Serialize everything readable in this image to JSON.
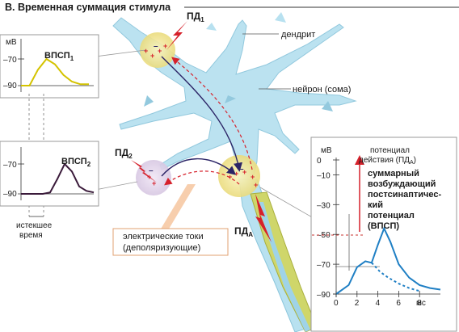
{
  "title": "В. Временная суммация стимула",
  "labels": {
    "pd1_main": "ПД",
    "pd1_sub": "1",
    "pd2_main": "ПД",
    "pd2_sub": "2",
    "pda_main": "ПД",
    "pda_sub": "А",
    "dendrite": "дендрит",
    "soma": "нейрон (сома)",
    "currents_line1": "электрические токи",
    "currents_line2": "(деполяризующие)",
    "elapsed_line1": "истекшее",
    "elapsed_line2": "время"
  },
  "panel1": {
    "unit": "мВ",
    "tick_top": "–70",
    "tick_bottom": "–90",
    "label_main": "ВПСП",
    "label_sub": "1"
  },
  "panel2": {
    "tick_top": "–70",
    "tick_bottom": "–90",
    "label_main": "ВПСП",
    "label_sub": "2"
  },
  "panel3": {
    "unit": "мВ",
    "y_ticks": [
      "0",
      "–10",
      "–30",
      "–50",
      "–70",
      "–90"
    ],
    "x_ticks": [
      "0",
      "2",
      "4",
      "6",
      "8"
    ],
    "x_unit": "мс",
    "pot_line1": "потенциал",
    "pot_line2": "действия (ПД",
    "pot_sub": "А",
    "pot_close": ")",
    "desc": [
      "суммарный",
      "возбуждающий",
      "постсинаптичес-",
      "кий",
      "потенциал",
      "(ВПСП)"
    ]
  },
  "chart_data": [
    {
      "type": "line",
      "title": "ВПСП1",
      "ylabel": "мВ",
      "ylim": [
        -90,
        -65
      ],
      "y_ticks": [
        -70,
        -90
      ],
      "series": [
        {
          "name": "ВПСП1",
          "x": [
            0,
            1,
            2,
            3,
            4,
            5,
            6,
            7,
            8
          ],
          "y": [
            -90,
            -90,
            -78,
            -70,
            -74,
            -82,
            -87,
            -89,
            -89
          ]
        }
      ]
    },
    {
      "type": "line",
      "title": "ВПСП2",
      "ylim": [
        -90,
        -65
      ],
      "y_ticks": [
        -70,
        -90
      ],
      "series": [
        {
          "name": "ВПСП2",
          "x": [
            0,
            1,
            2,
            3,
            4,
            5,
            6,
            7,
            8,
            9,
            10
          ],
          "y": [
            -90,
            -90,
            -90,
            -90,
            -89,
            -80,
            -70,
            -75,
            -85,
            -88,
            -89
          ]
        }
      ]
    },
    {
      "type": "line",
      "ylabel": "мВ",
      "xlabel": "мс",
      "ylim": [
        -90,
        0
      ],
      "xlim": [
        0,
        10
      ],
      "y_ticks": [
        0,
        -10,
        -30,
        -50,
        -70,
        -90
      ],
      "x_ticks": [
        0,
        2,
        4,
        6,
        8
      ],
      "threshold": -50,
      "series": [
        {
          "x": [
            0,
            1.2,
            2,
            2.8,
            3.4,
            4,
            4.6,
            5.2,
            6,
            7,
            8,
            9,
            10
          ],
          "y": [
            -90,
            -84,
            -72,
            -68,
            -69,
            -57,
            -46,
            -55,
            -70,
            -79,
            -84,
            -86,
            -87
          ]
        },
        {
          "x": [
            3.4,
            4.2,
            5,
            6,
            7,
            8
          ],
          "y": [
            -69,
            -75,
            -79,
            -83,
            -86,
            -88
          ],
          "dashed": true
        }
      ]
    }
  ],
  "colors": {
    "neuron": "#b8e1f0",
    "axon": "#cfd66a",
    "synapse": "#f3e99a",
    "curve1": "#d4c300",
    "curve2": "#3a1a3a",
    "curve3": "#1f7fc4",
    "arrow_red": "#d6212b",
    "arrow_dark": "#2b2466",
    "dashed": "#c8332f"
  }
}
